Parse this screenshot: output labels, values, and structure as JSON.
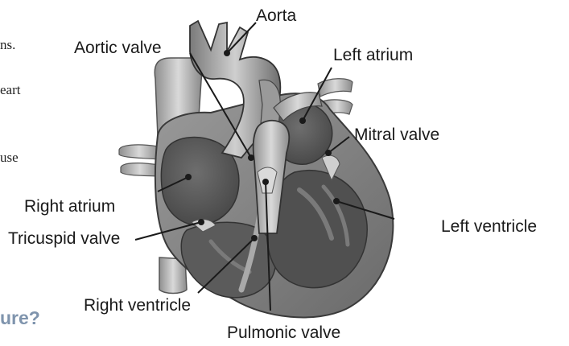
{
  "background_text": {
    "fragments": [
      "ns.",
      "eart",
      "use"
    ],
    "heading_fragment": "ure?"
  },
  "diagram": {
    "labels": {
      "aorta": "Aorta",
      "aortic_valve": "Aortic valve",
      "left_atrium": "Left atrium",
      "mitral_valve": "Mitral valve",
      "right_atrium": "Right atrium",
      "left_ventricle": "Left ventricle",
      "tricuspid_valve": "Tricuspid valve",
      "right_ventricle": "Right ventricle",
      "pulmonic_valve": "Pulmonic valve"
    }
  },
  "colors": {
    "heading": "#7f94ad",
    "heart_dark": "#5a5a5a",
    "heart_mid": "#8a8a8a",
    "heart_light": "#c8c8c8"
  }
}
